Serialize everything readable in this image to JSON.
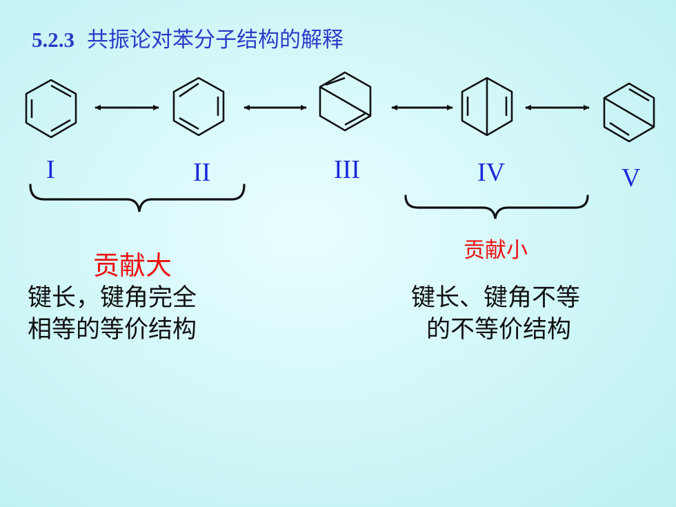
{
  "title": {
    "number": "5.2.3",
    "text": "共振论对苯分子结构的解释"
  },
  "structures": [
    {
      "label": "I"
    },
    {
      "label": "II"
    },
    {
      "label": "III"
    },
    {
      "label": "IV"
    },
    {
      "label": "V"
    }
  ],
  "groups": {
    "left": {
      "contribution": "贡献大",
      "desc_line1": "键长，键角完全",
      "desc_line2": "相等的等价结构"
    },
    "right": {
      "contribution": "贡献小",
      "desc_line1": "键长、键角不等",
      "desc_line2": "的不等价结构"
    }
  },
  "colors": {
    "title": "#2a3bc8",
    "label": "#1a2ad8",
    "highlight": "#ee1111",
    "line": "#111111"
  }
}
